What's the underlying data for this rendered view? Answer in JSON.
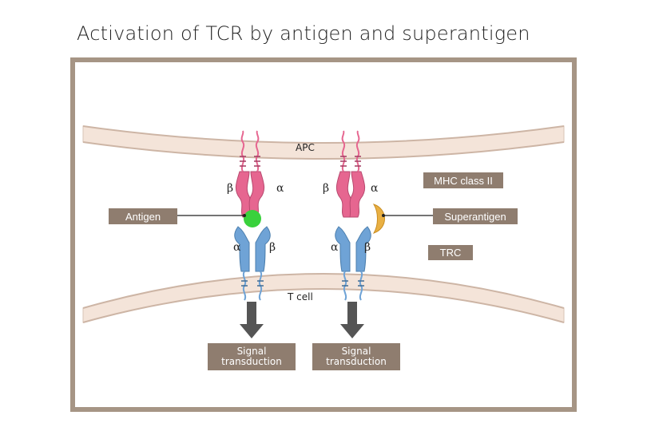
{
  "title": "Activation of TCR by antigen and superantigen",
  "labels": {
    "apc": "APC",
    "t_cell": "T cell",
    "mhc": "MHC class II",
    "antigen": "Antigen",
    "superantigen": "Superantigen",
    "trc": "TRC",
    "signal_left": "Signal transduction",
    "signal_right": "Signal transduction"
  },
  "greek": {
    "beta": "β",
    "alpha": "α"
  },
  "colors": {
    "frame": "#a69585",
    "membrane": "#e8d6c9",
    "mhc": "#e66690",
    "tcr": "#6fa3d6",
    "antigen": "#39d13c",
    "superantigen": "#e9b043",
    "label_box": "#8f7d6f",
    "arrow": "#555555"
  }
}
